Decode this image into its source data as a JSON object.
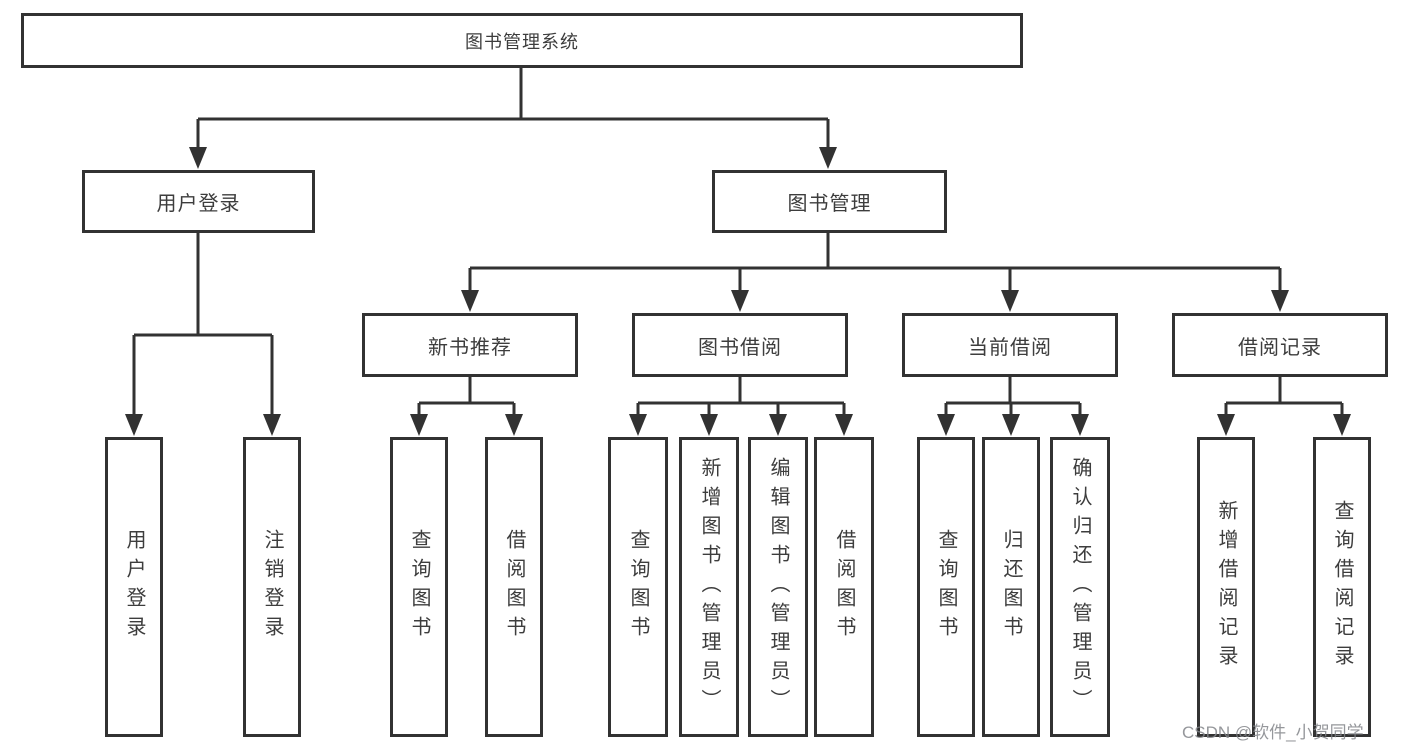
{
  "diagram": {
    "root": "图书管理系统",
    "user_branch": {
      "label": "用户登录",
      "leaves": [
        "用户登录",
        "注销登录"
      ]
    },
    "book_branch": {
      "label": "图书管理",
      "groups": [
        {
          "label": "新书推荐",
          "leaves": [
            "查询图书",
            "借阅图书"
          ]
        },
        {
          "label": "图书借阅",
          "leaves": [
            "查询图书",
            "新增图书（管理员）",
            "编辑图书（管理员）",
            "借阅图书"
          ]
        },
        {
          "label": "当前借阅",
          "leaves": [
            "查询图书",
            "归还图书",
            "确认归还（管理员）"
          ]
        },
        {
          "label": "借阅记录",
          "leaves": [
            "新增借阅记录",
            "查询借阅记录"
          ]
        }
      ]
    }
  },
  "watermark": "CSDN @软件_小贺同学",
  "colors": {
    "line": "#323232",
    "box_border": "#323232",
    "text": "#3d3d3d",
    "box_background": "#ffffff",
    "page_background": "#ffffff",
    "watermark": "#82858a"
  }
}
